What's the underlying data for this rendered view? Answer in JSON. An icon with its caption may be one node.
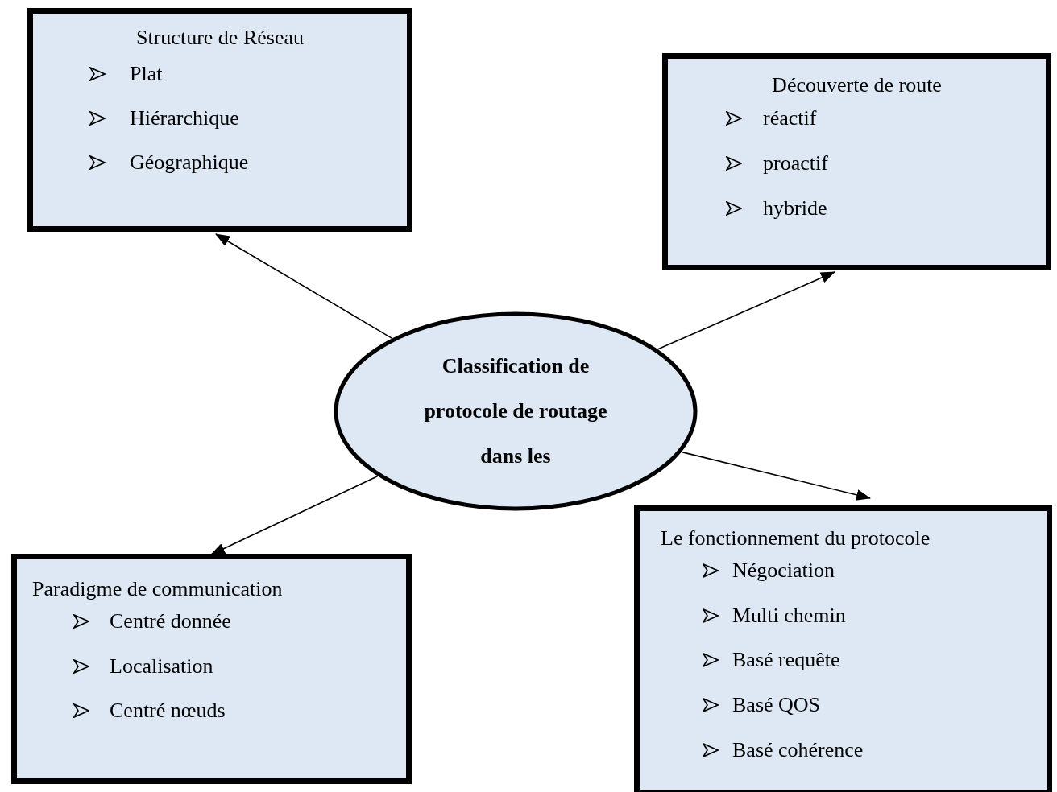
{
  "diagram": {
    "nodes": [
      {
        "text": [
          "Structure de Réseau",
          "Plat",
          "Hiérarchique",
          "Géographique"
        ]
      },
      {
        "text": [
          "Découverte de route",
          "réactif",
          "proactif",
          "hybride"
        ]
      },
      {
        "text": [
          "Classification de protocole de routage dans les"
        ]
      },
      {
        "text": [
          "Paradigme de communication",
          "Centré donnée",
          "Localisation",
          "Centré nœuds"
        ]
      },
      {
        "text": [
          "Le fonctionnement du protocole",
          "Négociation",
          "Multi chemin",
          "Basé requête",
          "Basé QOS",
          "Basé cohérence"
        ]
      }
    ],
    "edges": [
      {
        "from": 2,
        "to": 0,
        "arrow": "to"
      },
      {
        "from": 2,
        "to": 1,
        "arrow": "to"
      },
      {
        "from": 2,
        "to": 3,
        "arrow": "to"
      },
      {
        "from": 2,
        "to": 4,
        "arrow": "to"
      }
    ]
  }
}
